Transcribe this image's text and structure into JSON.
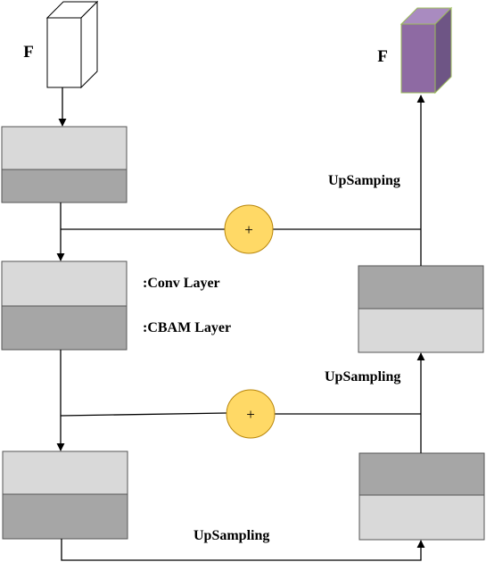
{
  "labels": {
    "input_f": "F",
    "output_f": "F",
    "conv_layer": ":Conv Layer",
    "cbam_layer": ":CBAM Layer",
    "upsamping_top": "UpSamping",
    "upsampling_mid": "UpSampling",
    "upsampling_bottom": "UpSampling",
    "plus_top": "+",
    "plus_mid": "+"
  },
  "colors": {
    "conv_fill": "#d9d9d9",
    "cbam_fill": "#a6a6a6",
    "input_cube_fill": "#ffffff",
    "output_cube_front": "#8e6aa3",
    "output_cube_side": "#6e5585",
    "output_cube_top": "#a98bc0",
    "output_cube_stroke": "#9bbb59",
    "adder_fill": "#ffd966",
    "adder_stroke": "#b8860b",
    "line": "#000000"
  }
}
